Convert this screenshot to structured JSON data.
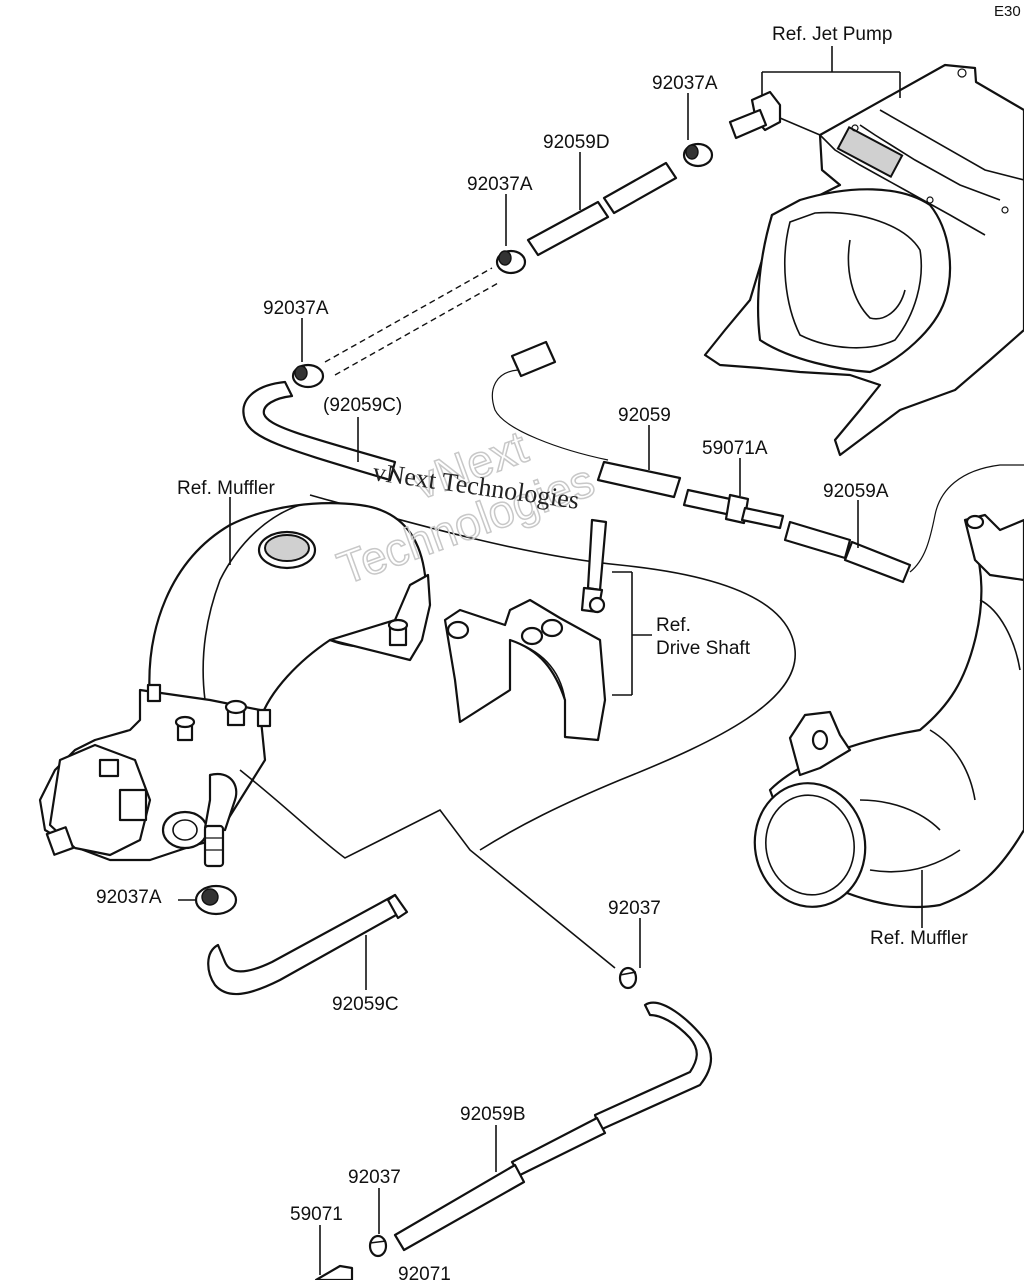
{
  "corner_code": "E30",
  "labels": {
    "ref_jet_pump": "Ref. Jet Pump",
    "p_92037A_top": "92037A",
    "p_92059D": "92059D",
    "p_92037A_mid": "92037A",
    "p_92037A_left": "92037A",
    "p_92059C_paren": "(92059C)",
    "ref_muffler_left": "Ref. Muffler",
    "p_92059": "92059",
    "p_59071A": "59071A",
    "p_92059A": "92059A",
    "ref_drive_shaft_1": "Ref.",
    "ref_drive_shaft_2": "Drive Shaft",
    "p_92037A_bottom": "92037A",
    "p_92037_right": "92037",
    "p_92059C": "92059C",
    "ref_muffler_right": "Ref. Muffler",
    "p_92059B": "92059B",
    "p_92037_bottom": "92037",
    "p_59071": "59071",
    "p_92071": "92071"
  },
  "watermark": {
    "line1": "vNext Technologies",
    "line2": "vNext",
    "line3": "Technologies"
  }
}
